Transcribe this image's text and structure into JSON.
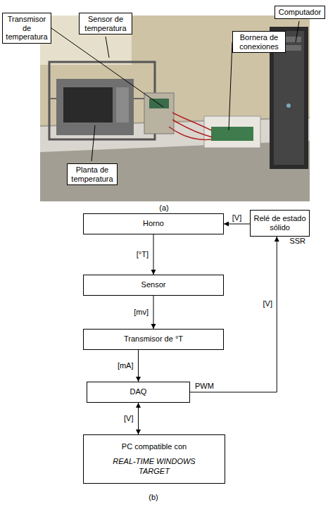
{
  "diagram": {
    "nodes": [
      {
        "text": [
          "Transmisor de temperatura"
        ]
      },
      {
        "text": [
          "Sensor de temperatura"
        ]
      },
      {
        "text": [
          "Computador"
        ]
      },
      {
        "text": [
          "Bornera de conexiones"
        ]
      },
      {
        "text": [
          "Planta de temperatura"
        ]
      },
      {
        "text": [
          "Horno"
        ]
      },
      {
        "text": [
          "Relé de estado sólido",
          "SSR"
        ]
      },
      {
        "text": [
          "Sensor"
        ]
      },
      {
        "text": [
          "Transmisor de °T"
        ]
      },
      {
        "text": [
          "DAQ"
        ]
      },
      {
        "text": [
          "PC compatible con",
          "REAL-TIME WINDOWS TARGET"
        ]
      }
    ],
    "edges": [
      {
        "from": 5,
        "to": 7,
        "arrow": "to",
        "label": "[°T]"
      },
      {
        "from": 7,
        "to": 8,
        "arrow": "to",
        "label": "[mv]"
      },
      {
        "from": 8,
        "to": 9,
        "arrow": "to",
        "label": "[mA]"
      },
      {
        "from": 9,
        "to": 10,
        "arrow": "both",
        "label": "[V]"
      },
      {
        "from": 9,
        "to": 6,
        "arrow": "to",
        "label": "PWM"
      },
      {
        "from": 6,
        "to": 5,
        "arrow": "to",
        "label": "[V]"
      }
    ],
    "labels": [
      "(a)",
      "[V]",
      "(b)"
    ]
  }
}
